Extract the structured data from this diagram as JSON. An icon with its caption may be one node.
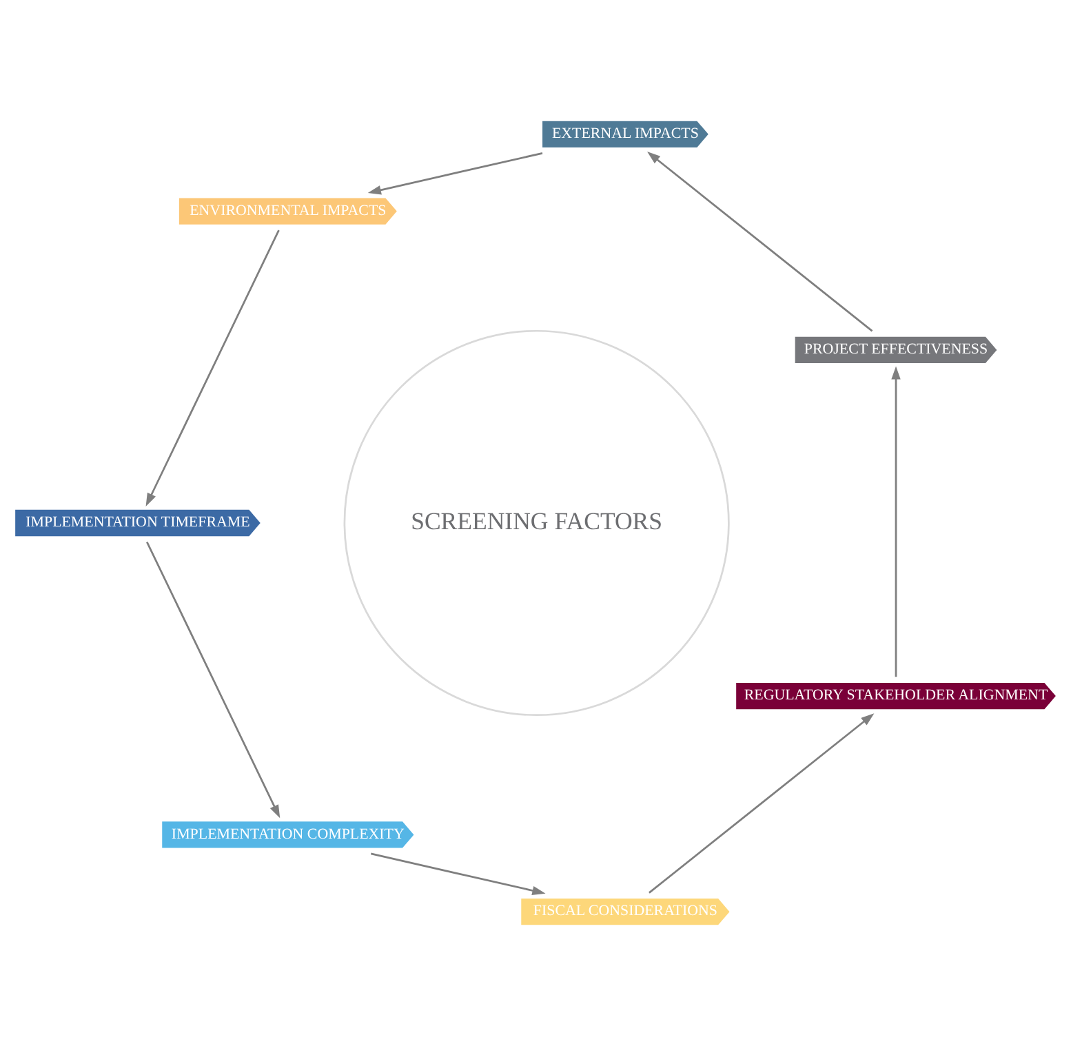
{
  "diagram": {
    "nodes": [
      {
        "text": [
          "PROJECT EFFECTIVENESS"
        ]
      },
      {
        "text": [
          "EXTERNAL IMPACTS"
        ]
      },
      {
        "text": [
          "ENVIRONMENTAL IMPACTS"
        ]
      },
      {
        "text": [
          "IMPLEMENTATION TIMEFRAME"
        ]
      },
      {
        "text": [
          "IMPLEMENTATION COMPLEXITY"
        ]
      },
      {
        "text": [
          "FISCAL CONSIDERATIONS"
        ]
      },
      {
        "text": [
          "REGULATORY STAKEHOLDER ALIGNMENT"
        ]
      },
      {
        "text": [
          "SCREENING FACTORS"
        ]
      }
    ],
    "edges": [
      {
        "from": 0,
        "to": 1,
        "arrow": "to"
      },
      {
        "from": 1,
        "to": 2,
        "arrow": "to"
      },
      {
        "from": 2,
        "to": 3,
        "arrow": "to"
      },
      {
        "from": 3,
        "to": 4,
        "arrow": "to"
      },
      {
        "from": 4,
        "to": 5,
        "arrow": "to"
      },
      {
        "from": 5,
        "to": 6,
        "arrow": "to"
      },
      {
        "from": 6,
        "to": 0,
        "arrow": "to"
      }
    ]
  }
}
